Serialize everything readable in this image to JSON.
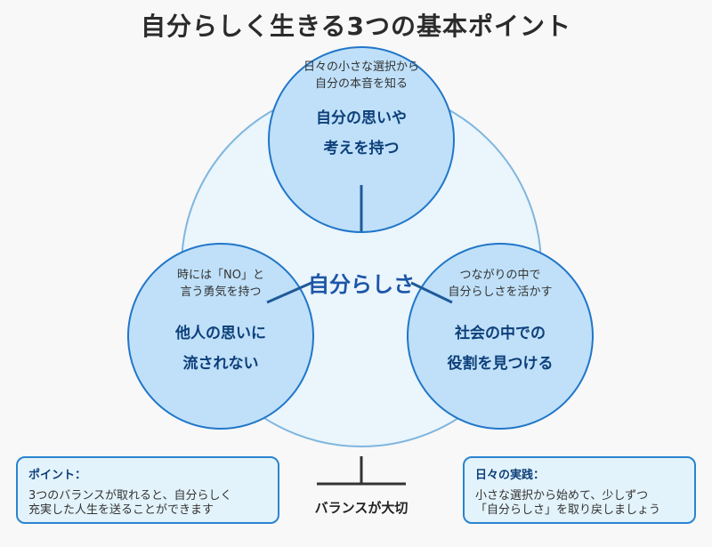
{
  "title": "自分らしく生きる3つの基本ポイント",
  "center": {
    "label": "自分らしさ"
  },
  "circles": {
    "top": {
      "sub1": "日々の小さな選択から",
      "sub2": "自分の本音を知る",
      "main1": "自分の思いや",
      "main2": "考えを持つ"
    },
    "left": {
      "sub1": "時には「NO」と",
      "sub2": "言う勇気を持つ",
      "main1": "他人の思いに",
      "main2": "流されない"
    },
    "right": {
      "sub1": "つながりの中で",
      "sub2": "自分らしさを活かす",
      "main1": "社会の中での",
      "main2": "役割を見つける"
    }
  },
  "balance": {
    "label": "バランスが大切"
  },
  "boxes": {
    "point": {
      "title": "ポイント：",
      "line1": "3つのバランスが取れると、自分らしく",
      "line2": "充実した人生を送ることができます"
    },
    "practice": {
      "title": "日々の実践：",
      "line1": "小さな選択から始めて、少しずつ",
      "line2": "「自分らしさ」を取り戻しましょう"
    }
  },
  "colors": {
    "big_circle_fill": "#eaf5fc",
    "big_circle_stroke": "#7fb6de",
    "circle_fill": "#bfe0f8",
    "circle_stroke": "#2176c9",
    "connector": "#1f5a9a",
    "balance_stand": "#333333"
  }
}
